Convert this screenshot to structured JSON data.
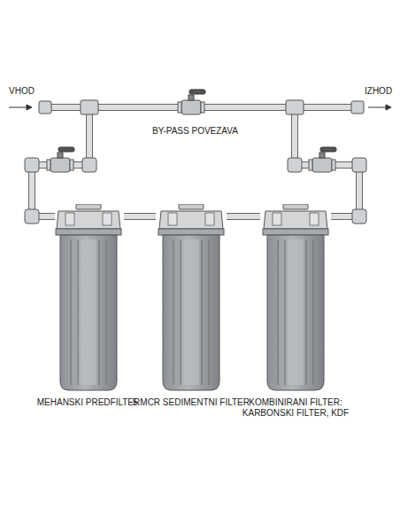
{
  "diagram": {
    "nodes": [
      {
        "text": [
          "MEHANSKI PREDFILTER"
        ]
      },
      {
        "text": [
          "5 MCR SEDIMENTNI FILTER"
        ]
      },
      {
        "text": [
          "KOMBINIRANI FILTER: KARBONSKI FILTER, KDF"
        ]
      }
    ],
    "edges": [
      {
        "from": 0,
        "to": 1,
        "arrow": "none"
      },
      {
        "from": 1,
        "to": 2,
        "arrow": "none"
      }
    ],
    "labels": [
      "VHOD",
      "IZHOD",
      "BY-PASS POVEZAVA"
    ]
  }
}
